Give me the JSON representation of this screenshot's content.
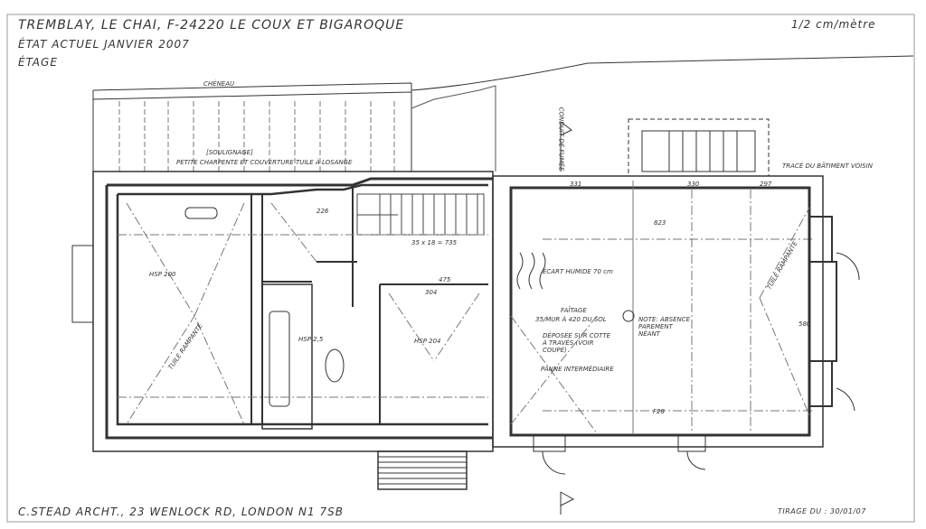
{
  "title_block": {
    "line1": "TREMBLAY, LE CHAI, F-24220 LE COUX ET BIGAROQUE",
    "line2": "ÉTAT ACTUEL JANVIER 2007",
    "line3": "ÉTAGE",
    "scale": "1/2 cm/mètre"
  },
  "footer": {
    "architect": "C.STEAD ARCHT., 23 WENLOCK RD, LONDON N1 7SB",
    "print_date": "TIRAGE DU : 30/01/07"
  },
  "annotations": {
    "gutter": "CHÉNEAU",
    "soffit": "[SOULIGNAGE]",
    "roof": "PETITE CHARPENTE ET COUVERTURE TUILE À LOSANGE",
    "damp": "ÉCART HUMIDE 70 cm",
    "ridge": "FAÎTAGE",
    "ridge_height": "35/MUR À 420 DU SOL",
    "deposit": "DÉPOSÉE SUR COTTE À TRAVÉS (VOIR COUPE)",
    "purlin": "PANNE INTERMÉDIAIRE",
    "note": "NOTE: ABSENCE PAREMENT NÉANT",
    "chimney_stack": "CONDUIT DE FUMÉE",
    "neighbor": "TRACÉ DU BÂTIMENT VOISIN",
    "hsp_left": "HSP 200",
    "hsp_bath": "HSP 2,5",
    "hsp_mid": "HSP 204",
    "dim_823": "823",
    "dim_f28": "F28",
    "dim_331": "331",
    "dim_330": "330",
    "dim_297": "297",
    "dim_580": "580",
    "dim_304": "304",
    "dim_226": "226",
    "dim_475": "475",
    "room_dims": "35 x 18 = 735",
    "ridge_left": "TUILE RAMPANTE",
    "ridge_right": "TUILE RAMPANTE"
  }
}
